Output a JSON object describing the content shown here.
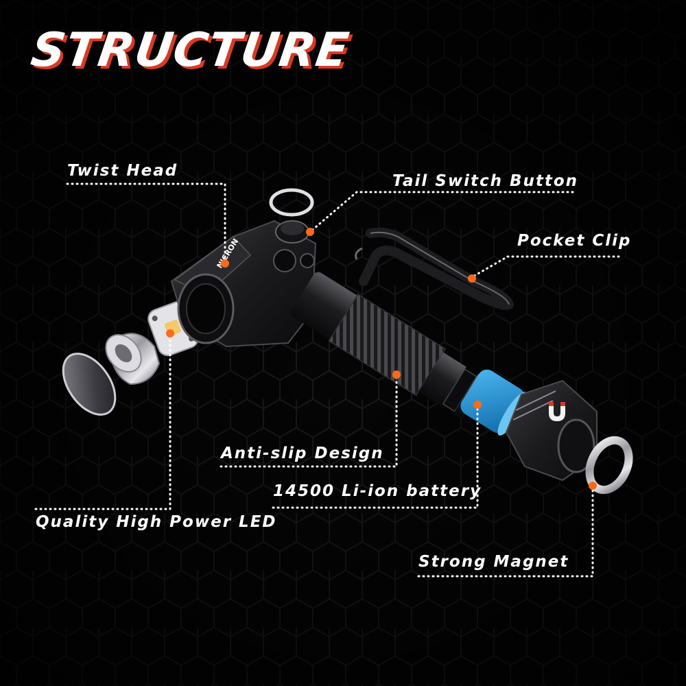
{
  "title": "STRUCTURE",
  "brand": "NICRON",
  "colors": {
    "background": "#050505",
    "accent": "#d83a22",
    "marker": "#ff6a1a",
    "battery": "#1e8fd6",
    "text": "#ffffff",
    "leader": "#ffffff"
  },
  "labels": {
    "twist_head": "Twist Head",
    "tail_switch": "Tail Switch Button",
    "pocket_clip": "Pocket Clip",
    "anti_slip": "Anti-slip Design",
    "battery": "14500 Li-ion battery",
    "led": "Quality High Power LED",
    "magnet": "Strong Magnet"
  },
  "icons": [
    "magnet-icon"
  ]
}
